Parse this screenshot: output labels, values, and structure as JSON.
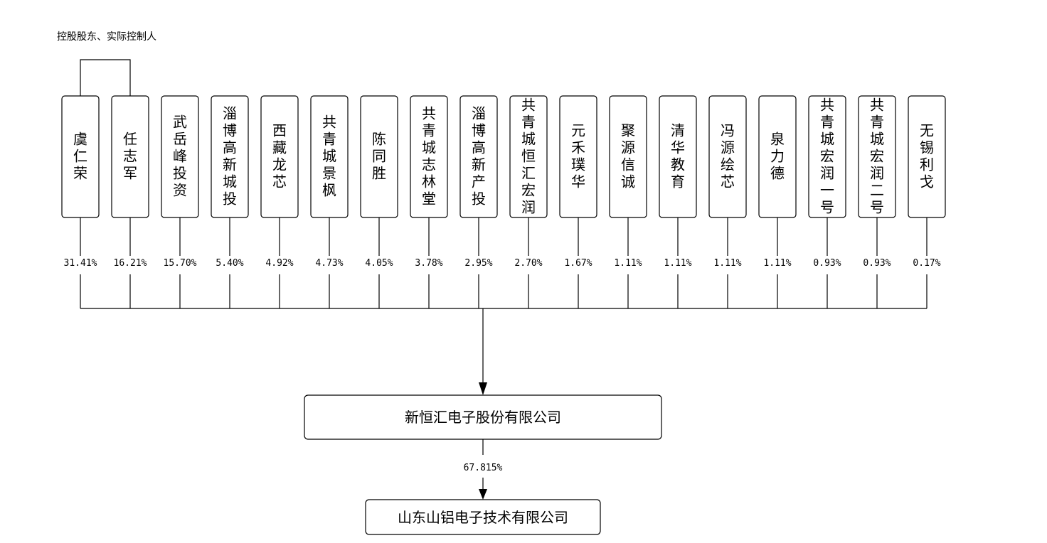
{
  "caption": "控股股东、实际控制人",
  "shareholders": [
    {
      "name": "虞仁荣",
      "pct": "31.41%"
    },
    {
      "name": "任志军",
      "pct": "16.21%"
    },
    {
      "name": "武岳峰投资",
      "pct": "15.70%"
    },
    {
      "name": "淄博高新城投",
      "pct": "5.40%"
    },
    {
      "name": "西藏龙芯",
      "pct": "4.92%"
    },
    {
      "name": "共青城景枫",
      "pct": "4.73%"
    },
    {
      "name": "陈同胜",
      "pct": "4.05%"
    },
    {
      "name": "共青城志林堂",
      "pct": "3.78%"
    },
    {
      "name": "淄博高新产投",
      "pct": "2.95%"
    },
    {
      "name": "共青城恒汇宏润",
      "pct": "2.70%"
    },
    {
      "name": "元禾璞华",
      "pct": "1.67%"
    },
    {
      "name": "聚源信诚",
      "pct": "1.11%"
    },
    {
      "name": "清华教育",
      "pct": "1.11%"
    },
    {
      "name": "冯源绘芯",
      "pct": "1.11%"
    },
    {
      "name": "泉力德",
      "pct": "1.11%"
    },
    {
      "name": "共青城宏润一号",
      "pct": "0.93%"
    },
    {
      "name": "共青城宏润二号",
      "pct": "0.93%"
    },
    {
      "name": "无锡利戈",
      "pct": "0.17%"
    }
  ],
  "parent_company": "新恒汇电子股份有限公司",
  "subsidiary_pct": "67.815%",
  "subsidiary_company": "山东山铝电子技术有限公司"
}
